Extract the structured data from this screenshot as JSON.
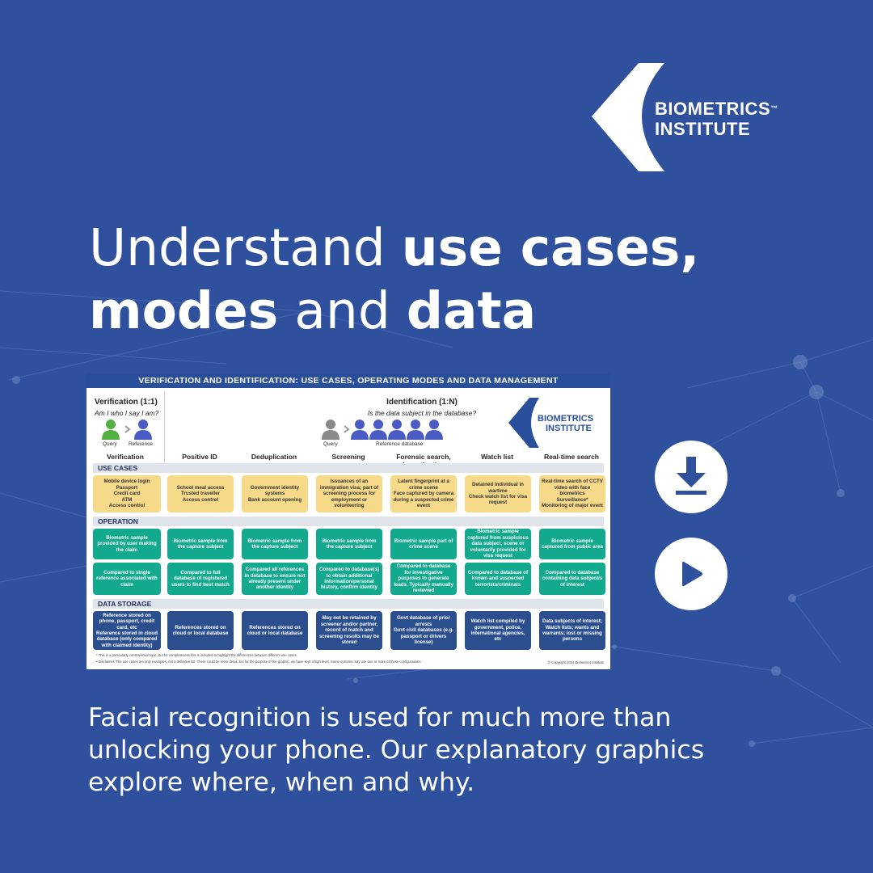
{
  "brand": {
    "name_line1": "BIOMETRICS",
    "name_line2": "INSTITUTE",
    "tm": "™"
  },
  "headline": {
    "part1": "Understand ",
    "bold1": "use cases,",
    "bold2": "modes",
    "part2": " and ",
    "bold3": "data"
  },
  "infographic": {
    "title": "VERIFICATION AND IDENTIFICATION: USE CASES, OPERATING MODES AND DATA MANAGEMENT",
    "verification_title": "Verification (1:1)",
    "verification_question": "Am I who I say I am?",
    "identification_title": "Identification (1:N)",
    "identification_question": "Is the data subject in the database?",
    "query_label": "Query",
    "reference_label": "Reference",
    "reference_database_label": "Reference database",
    "columns": [
      "Verification",
      "Positive ID",
      "Deduplication",
      "Screening",
      "Forensic search, investigative",
      "Watch list",
      "Real-time search"
    ],
    "sections": {
      "use_cases": "USE CASES",
      "operation": "OPERATION",
      "data_storage": "DATA STORAGE"
    },
    "use_cases": [
      "Mobile device login\nPassport\nCredit card\nATM\nAccess control",
      "School meal access\nTrusted traveller\nAccess control",
      "Government identity systems\nBank account opening",
      "Issuances of an immigration visa; part of screening process for employment or volunteering",
      "Latent fingerprint at a crime scene\nFace captured by camera during a suspected crime event",
      "Detained individual in wartime\nCheck watch list for visa request",
      "Real-time search of CCTV video with face biometrics\nSurveillance*\nMonitoring of major event"
    ],
    "operation_capture": [
      "Biometric sample provided by user making the claim",
      "Biometric sample from the capture subject",
      "Biometric sample from the capture subject",
      "Biometric sample from the capture subject",
      "Biometric sample part of crime scene",
      "Biometric sample captured from suspicious data subject, scene or voluntarily provided for visa request",
      "Biometric sample captured from public area"
    ],
    "operation_compare": [
      "Compared to single reference associated with claim",
      "Compared to full database of registered users to find best match",
      "Compared all references in database to ensure not already present under another identity",
      "Compared to database(s) to obtain additional information/personal history, confirm identity",
      "Compared to database for investigative purposes to generate leads. Typically manually reviewed",
      "Compared to database of known and suspected terrorists/criminals",
      "Compared to database containing data subject/s of interest"
    ],
    "data_storage": [
      "Reference stored on phone, passport, credit card, etc\nReference stored in cloud database (only compared with claimed identity)",
      "References stored on cloud or local database",
      "References stored on cloud or local database",
      "May not be retained by screener and/or partner, record of match and screening results may be stored",
      "Govt database of prior arrests\nGovt civil databases (e.g. passport or drivers license)",
      "Watch list compiled by government, police, international agencies, etc",
      "Data subjects of interest; Watch lists; wants and warrants; lost or missing persons"
    ],
    "footnote1": "* This is a particularly controversial topic, but for completeness this is included to highlight the differences between different use cases.",
    "footnote2": "• Disclaimer: The use cases are only examples, not a definitive list. There could be more detail, but for the purpose of the graphic, we have kept it high level. Some systems may use one or more of these configurations.",
    "copyright": "© Copyright 2024 Biometrics Institute"
  },
  "actions": {
    "download_icon": "download-icon",
    "play_icon": "play-icon"
  },
  "description": "Facial recognition is used for much more than unlocking your phone. Our explanatory graphics explore where, when and why.",
  "colors": {
    "background": "#2f509d",
    "yellow_card": "#f7d98a",
    "teal_card": "#13a98e",
    "navy_card": "#2b4e8f"
  }
}
